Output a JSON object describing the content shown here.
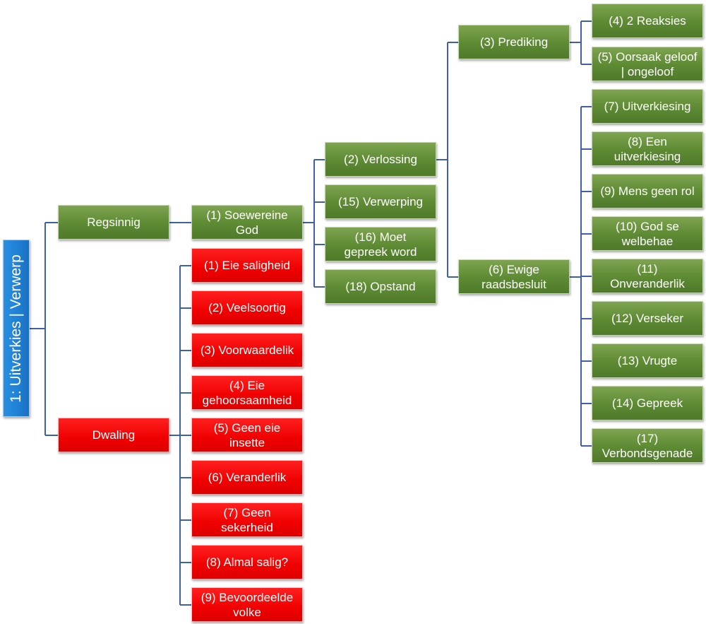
{
  "colors": {
    "root": "#1f7fd4",
    "positive": "#5d8a33",
    "negative": "#f00000",
    "connector": "#3f5fa8"
  },
  "root": {
    "label": "1: Uitverkies | Verwerp"
  },
  "branches": {
    "regsinnig": {
      "label": "Regsinnig"
    },
    "dwaling": {
      "label": "Dwaling"
    }
  },
  "regsinnig": {
    "soewereine": {
      "label": "(1) Soewereine\nGod"
    },
    "verlossing": {
      "label": "(2) Verlossing"
    },
    "verwerping": {
      "label": "(15) Verwerping"
    },
    "moet_gepreek": {
      "label": "(16) Moet\ngepreek word"
    },
    "opstand": {
      "label": "(18) Opstand"
    },
    "prediking": {
      "label": "(3) Prediking"
    },
    "reaksies": {
      "label": "(4) 2 Reaksies"
    },
    "oorsaak": {
      "label": "(5) Oorsaak geloof\n| ongeloof"
    },
    "ewige": {
      "label": "(6) Ewige\nraadsbesluit"
    },
    "ewige_children": [
      {
        "label": "(7) Uitverkiesing"
      },
      {
        "label": "(8) Een\nuitverkiesing"
      },
      {
        "label": "(9) Mens geen rol"
      },
      {
        "label": "(10) God se\nwelbehae"
      },
      {
        "label": "(11)\nOnveranderlik"
      },
      {
        "label": "(12) Verseker"
      },
      {
        "label": "(13) Vrugte"
      },
      {
        "label": "(14) Gepreek"
      },
      {
        "label": "(17)\nVerbondsgenade"
      }
    ]
  },
  "dwaling": {
    "items": [
      {
        "label": "(1) Eie saligheid"
      },
      {
        "label": "(2) Veelsoortig"
      },
      {
        "label": "(3) Voorwaardelik"
      },
      {
        "label": "(4) Eie\ngehoorsaamheid"
      },
      {
        "label": "(5) Geen eie\ninsette"
      },
      {
        "label": "(6) Veranderlik"
      },
      {
        "label": "(7) Geen\nsekerheid"
      },
      {
        "label": "(8) Almal salig?"
      },
      {
        "label": "(9) Bevoordeelde\nvolke"
      }
    ]
  }
}
